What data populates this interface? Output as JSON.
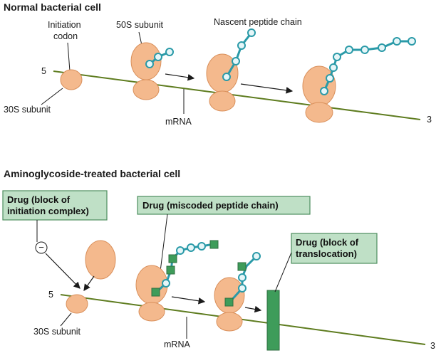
{
  "colors": {
    "subunit_fill": "#f4b98d",
    "subunit_stroke": "#d98f5a",
    "mrna": "#5e7c1f",
    "chain": "#2a9aa8",
    "bead_fill": "#e6f6f8",
    "bead_stroke": "#2a9aa8",
    "drug_box_fill": "#bfe0c6",
    "drug_box_stroke": "#4e8e5e",
    "drug_green": "#3e9c5a"
  },
  "normal": {
    "heading": "Normal bacterial cell",
    "initiation_codon": [
      "Initiation",
      "codon"
    ],
    "subunit_50s": "50S subunit",
    "nascent_chain": "Nascent peptide chain",
    "subunit_30s": "30S subunit",
    "mrna": "mRNA",
    "end_5": "5",
    "end_3": "3"
  },
  "treated": {
    "heading": "Aminoglycoside-treated bacterial cell",
    "drug_initiation": [
      "Drug (block of",
      "initiation complex)"
    ],
    "drug_miscoded": "Drug (miscoded peptide chain)",
    "drug_translocation": [
      "Drug (block of",
      "translocation)"
    ],
    "inhibit_symbol": "−",
    "subunit_30s": "30S subunit",
    "mrna": "mRNA",
    "end_5": "5",
    "end_3": "3"
  }
}
